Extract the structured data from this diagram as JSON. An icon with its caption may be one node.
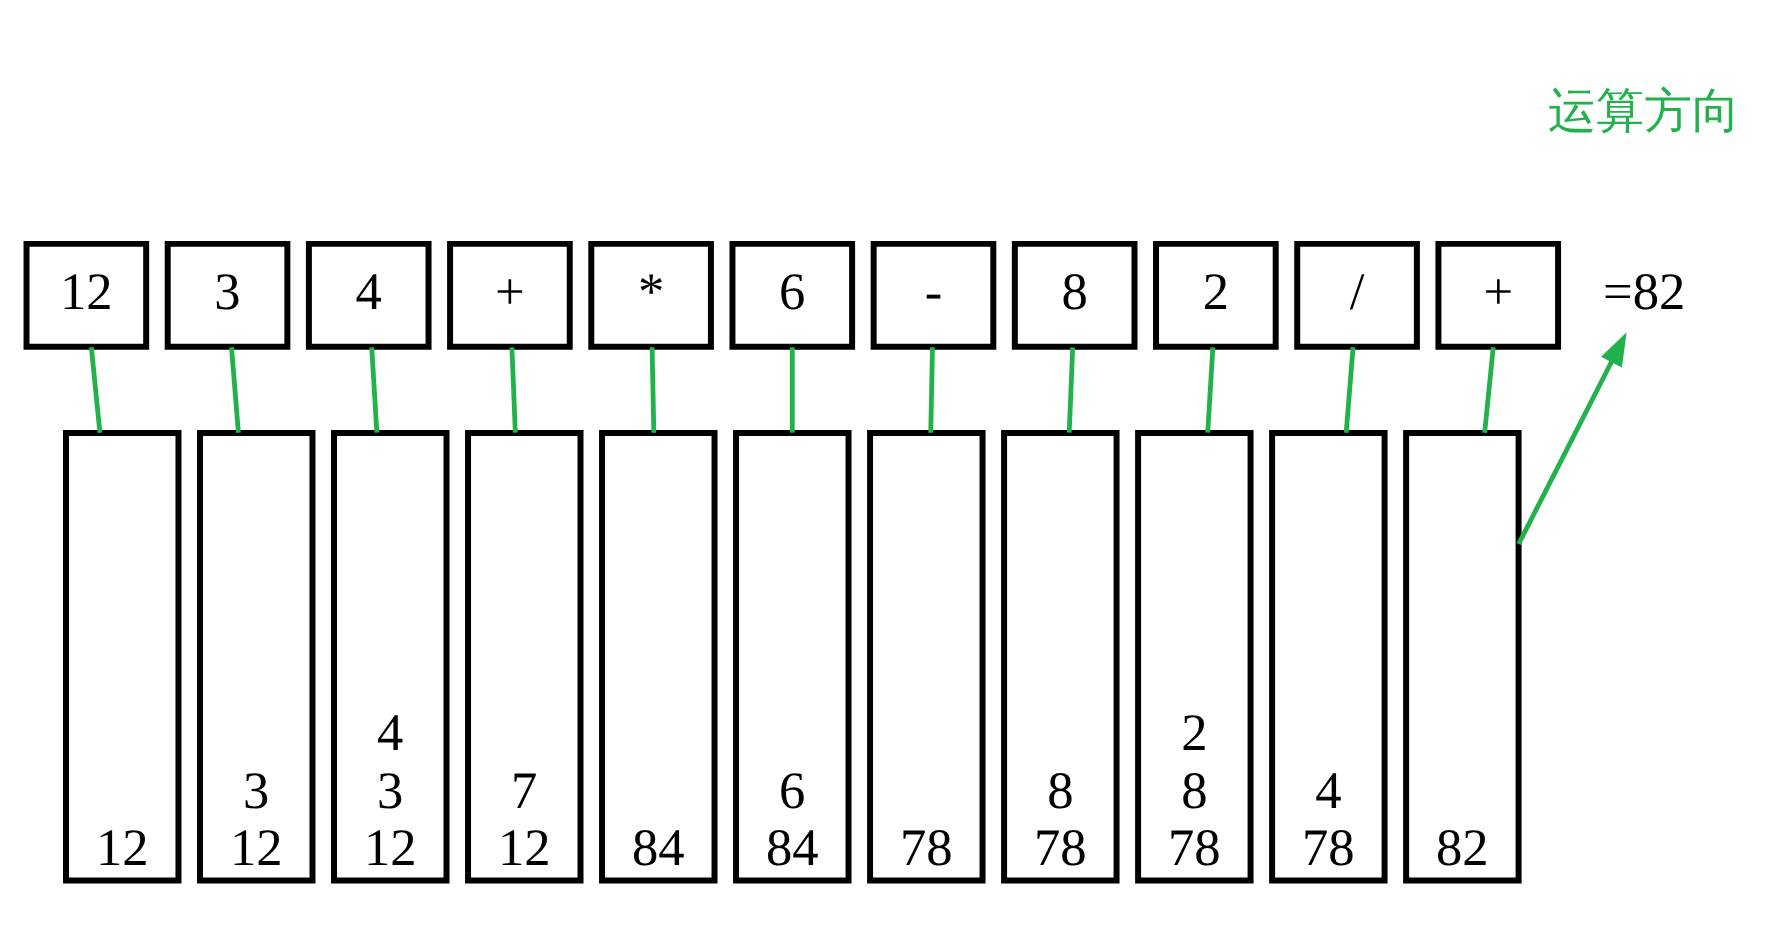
{
  "diagram": {
    "nodes": [
      {
        "text": [
          "12"
        ]
      },
      {
        "text": [
          "3"
        ]
      },
      {
        "text": [
          "4"
        ]
      },
      {
        "text": [
          "+"
        ]
      },
      {
        "text": [
          "*"
        ]
      },
      {
        "text": [
          "6"
        ]
      },
      {
        "text": [
          "-"
        ]
      },
      {
        "text": [
          "8"
        ]
      },
      {
        "text": [
          "2"
        ]
      },
      {
        "text": [
          "/"
        ]
      },
      {
        "text": [
          "+"
        ]
      },
      {
        "text": [
          "12"
        ]
      },
      {
        "text": [
          "3",
          "12"
        ]
      },
      {
        "text": [
          "4",
          "3",
          "12"
        ]
      },
      {
        "text": [
          "7",
          "12"
        ]
      },
      {
        "text": [
          "84"
        ]
      },
      {
        "text": [
          "6",
          "84"
        ]
      },
      {
        "text": [
          "78"
        ]
      },
      {
        "text": [
          "8",
          "78"
        ]
      },
      {
        "text": [
          "2",
          "8",
          "78"
        ]
      },
      {
        "text": [
          "4",
          "78"
        ]
      },
      {
        "text": [
          "82"
        ]
      },
      {
        "text": [
          "=82"
        ]
      }
    ],
    "edges": [
      {
        "from": 0,
        "to": 11,
        "arrow": "none"
      },
      {
        "from": 1,
        "to": 12,
        "arrow": "none"
      },
      {
        "from": 2,
        "to": 13,
        "arrow": "none"
      },
      {
        "from": 3,
        "to": 14,
        "arrow": "none"
      },
      {
        "from": 4,
        "to": 15,
        "arrow": "none"
      },
      {
        "from": 5,
        "to": 16,
        "arrow": "none"
      },
      {
        "from": 6,
        "to": 17,
        "arrow": "none"
      },
      {
        "from": 7,
        "to": 18,
        "arrow": "none"
      },
      {
        "from": 8,
        "to": 19,
        "arrow": "none"
      },
      {
        "from": 9,
        "to": 20,
        "arrow": "none"
      },
      {
        "from": 10,
        "to": 21,
        "arrow": "none"
      },
      {
        "from": 21,
        "to": 22,
        "arrow": "to"
      }
    ],
    "labels": [
      "运算方向"
    ]
  }
}
